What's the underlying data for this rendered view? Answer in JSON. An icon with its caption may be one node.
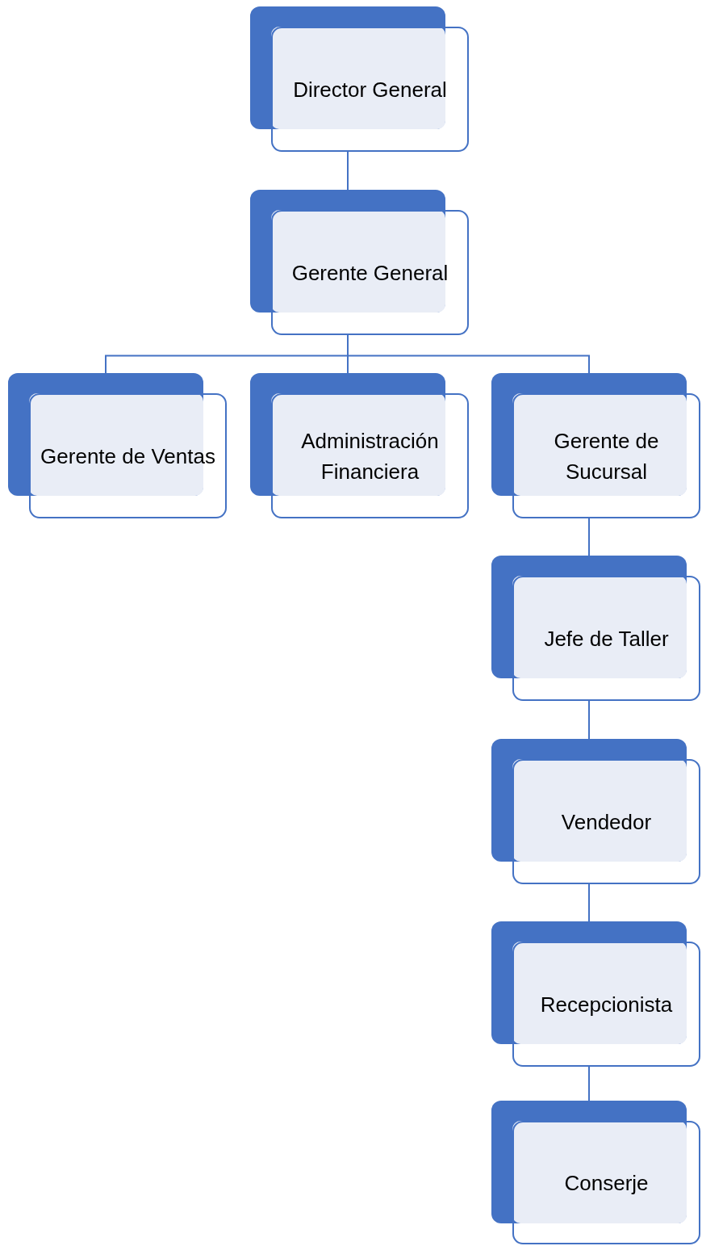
{
  "diagram": {
    "nodes": [
      {
        "text": [
          "Director General"
        ]
      },
      {
        "text": [
          "Gerente General"
        ]
      },
      {
        "text": [
          "Gerente de Ventas"
        ]
      },
      {
        "text": [
          "Administración Financiera"
        ]
      },
      {
        "text": [
          "Gerente de Sucursal"
        ]
      },
      {
        "text": [
          "Jefe de Taller"
        ]
      },
      {
        "text": [
          "Vendedor"
        ]
      },
      {
        "text": [
          "Recepcionista"
        ]
      },
      {
        "text": [
          "Conserje"
        ]
      }
    ],
    "edges": [
      {
        "from": 0,
        "to": 1,
        "arrow": "none"
      },
      {
        "from": 1,
        "to": 2,
        "arrow": "none"
      },
      {
        "from": 1,
        "to": 3,
        "arrow": "none"
      },
      {
        "from": 1,
        "to": 4,
        "arrow": "none"
      },
      {
        "from": 4,
        "to": 5,
        "arrow": "none"
      },
      {
        "from": 5,
        "to": 6,
        "arrow": "none"
      },
      {
        "from": 6,
        "to": 7,
        "arrow": "none"
      },
      {
        "from": 7,
        "to": 8,
        "arrow": "none"
      }
    ]
  }
}
